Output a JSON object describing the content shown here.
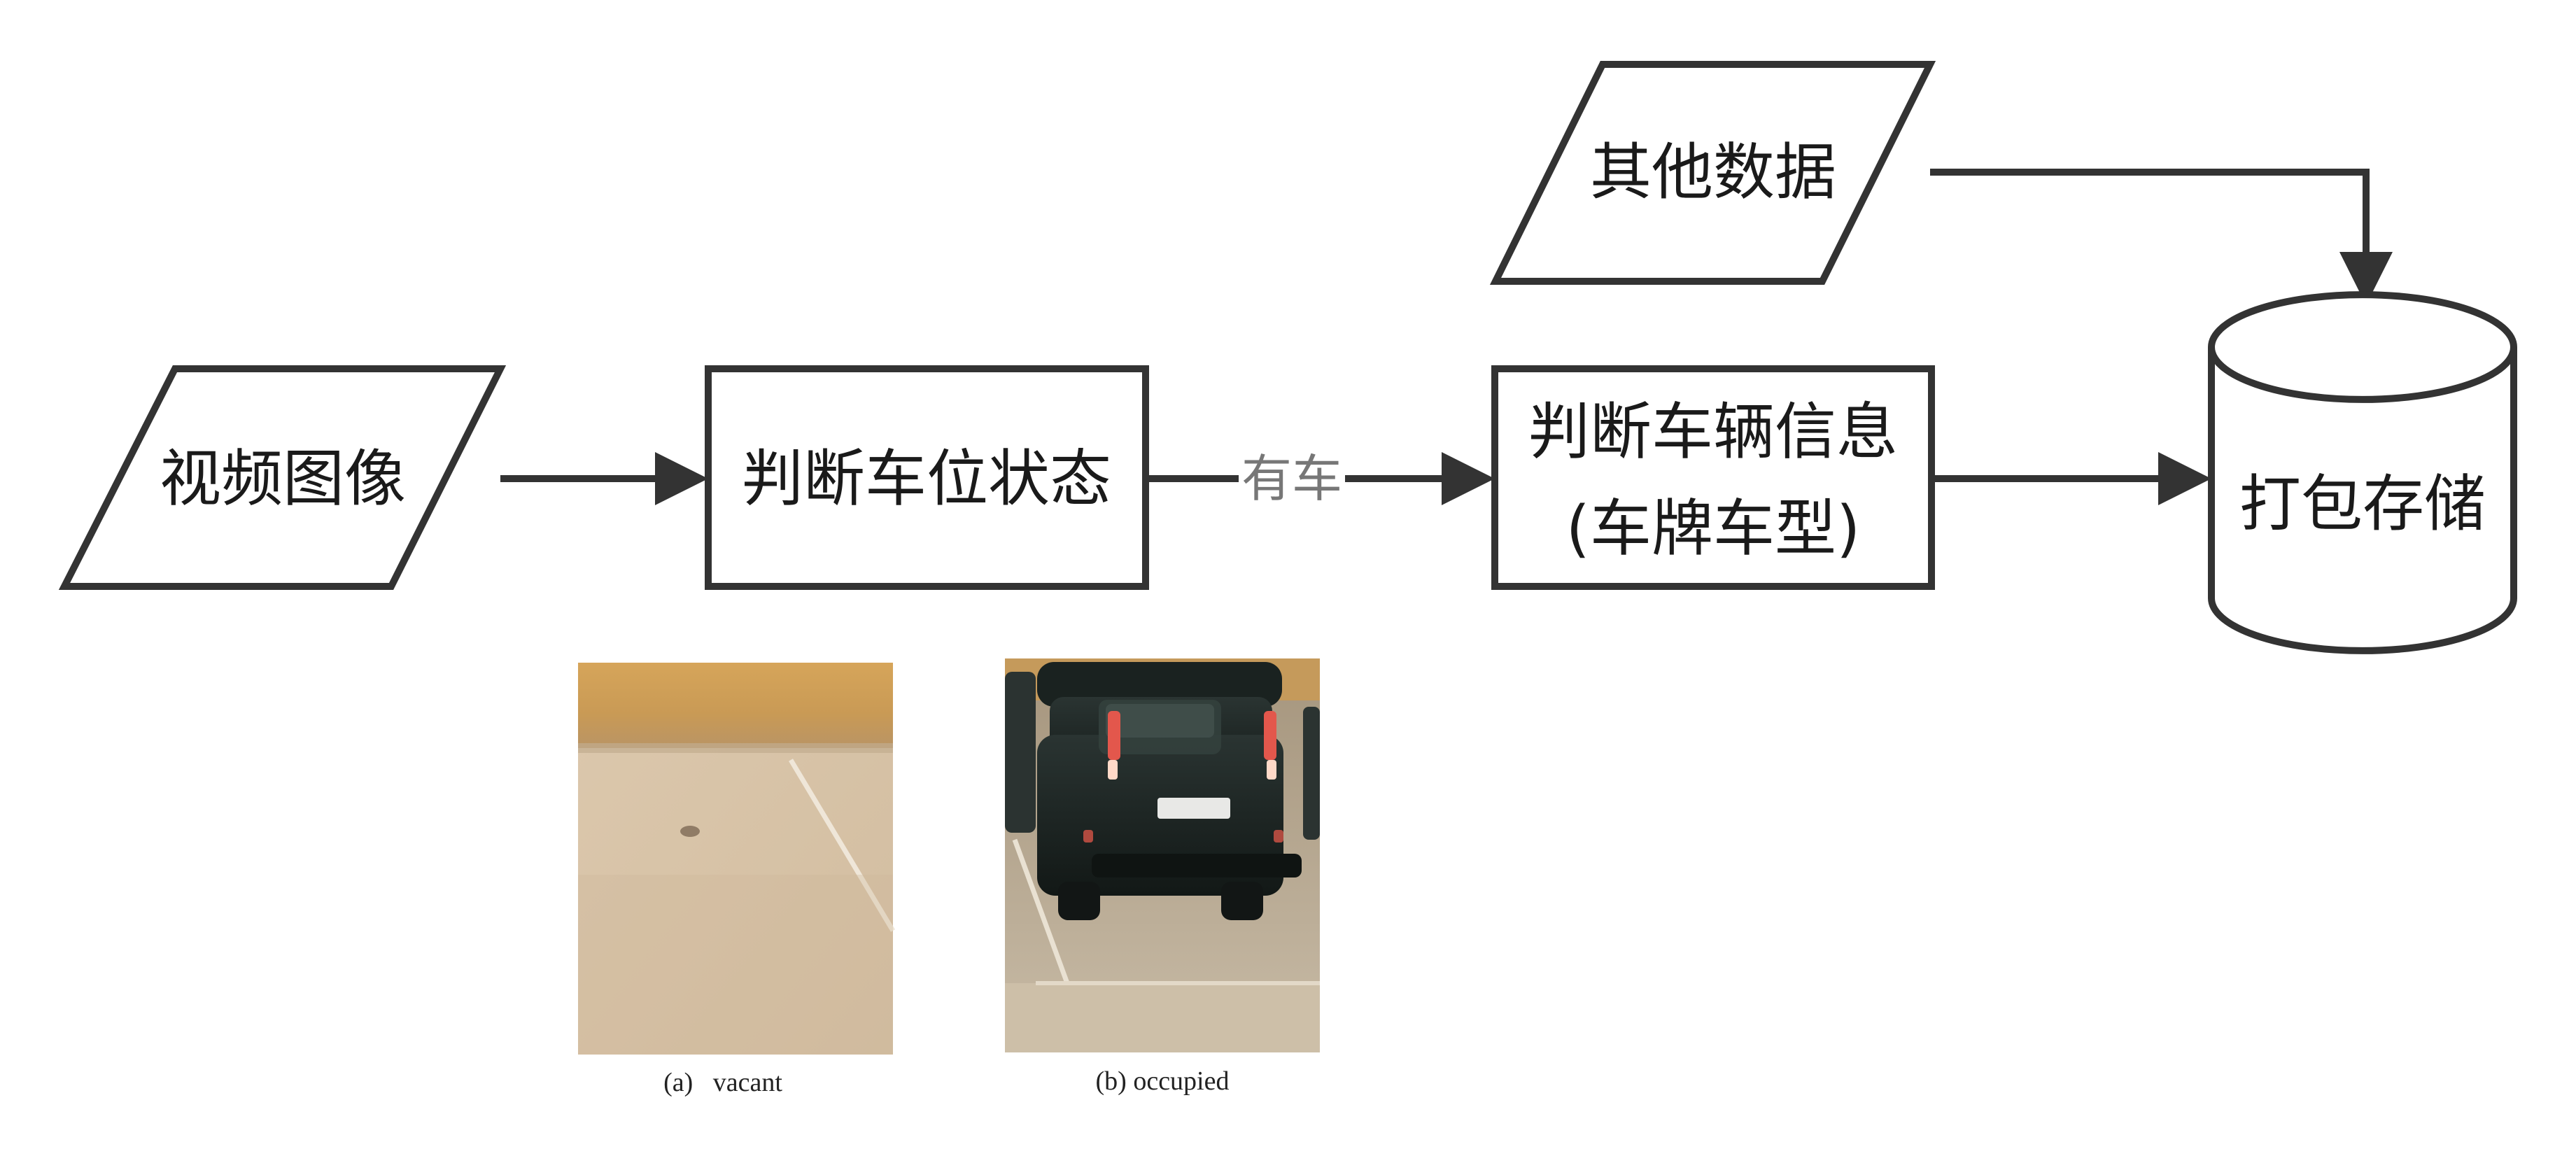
{
  "nodes": {
    "video_image": {
      "label": "视频图像"
    },
    "judge_spot": {
      "label": "判断车位状态"
    },
    "judge_vehicle": {
      "line1": "判断车辆信息",
      "line2": "(车牌车型)"
    },
    "other_data": {
      "label": "其他数据"
    },
    "pack_store": {
      "label": "打包存储"
    }
  },
  "edges": {
    "spot_to_vehicle": {
      "label": "有车"
    }
  },
  "examples": {
    "vacant": {
      "caption": "(a)   vacant"
    },
    "occupied": {
      "caption": "(b) occupied"
    }
  },
  "colors": {
    "stroke": "#333333",
    "edge_label": "#777777",
    "text": "#1a1a1a"
  }
}
